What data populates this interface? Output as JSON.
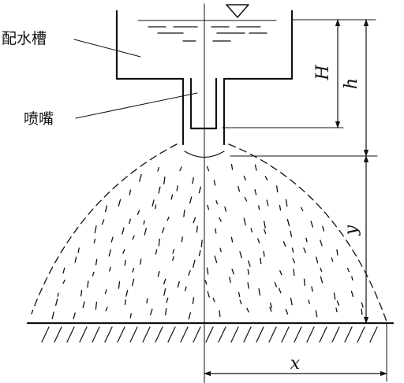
{
  "labels": {
    "tank": "配水槽",
    "nozzle": "喷嘴",
    "H": "H",
    "h": "h",
    "y": "y",
    "x": "x"
  },
  "icons": {
    "water_level": "inverted-triangle-icon"
  }
}
